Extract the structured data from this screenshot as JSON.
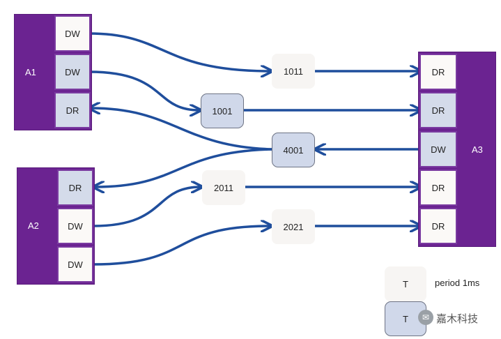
{
  "groups": [
    {
      "label": "A1",
      "ports": [
        "DW",
        "DW",
        "DR"
      ]
    },
    {
      "label": "A2",
      "ports": [
        "DR",
        "DW",
        "DW"
      ]
    },
    {
      "label": "A3",
      "ports": [
        "DR",
        "DR",
        "DW",
        "DR",
        "DR"
      ]
    }
  ],
  "messages": [
    "1011",
    "1001",
    "4001",
    "2011",
    "2021"
  ],
  "legend": {
    "plain_symbol": "T",
    "plain_label": "period 1ms",
    "boxed_symbol": "T",
    "watermark": "嘉木科技"
  },
  "colors": {
    "group_purple": "#6b2391",
    "arrow_blue": "#1f4e9c",
    "port_blue_fill": "#d4dbea",
    "port_white_fill": "#fbf9f7"
  }
}
